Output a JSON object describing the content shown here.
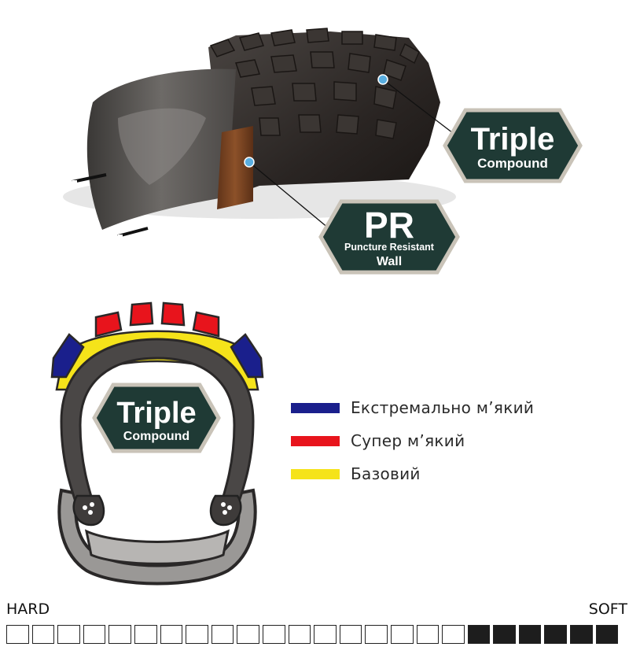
{
  "badges": {
    "triple_top": {
      "line1": "Triple",
      "line2": "Compound"
    },
    "pr": {
      "line1": "PR",
      "line2": "Puncture Resistant",
      "line3": "Wall"
    },
    "triple_cross": {
      "line1": "Triple",
      "line2": "Compound"
    }
  },
  "legend": [
    {
      "label": "Екстремально м’який",
      "color": "#1a1f8c"
    },
    {
      "label": "Супер м’який",
      "color": "#e8141c"
    },
    {
      "label": "Базовий",
      "color": "#f5e31a"
    }
  ],
  "colors": {
    "badge_fill": "#1f3a35",
    "badge_border": "#c9c3b8",
    "tire_dark": "#2b2624",
    "casing_brown": "#7a4524",
    "marker_blue": "#5aaee0"
  },
  "scale": {
    "left_label": "HARD",
    "right_label": "SOFT",
    "total": 24,
    "filled": 6
  }
}
